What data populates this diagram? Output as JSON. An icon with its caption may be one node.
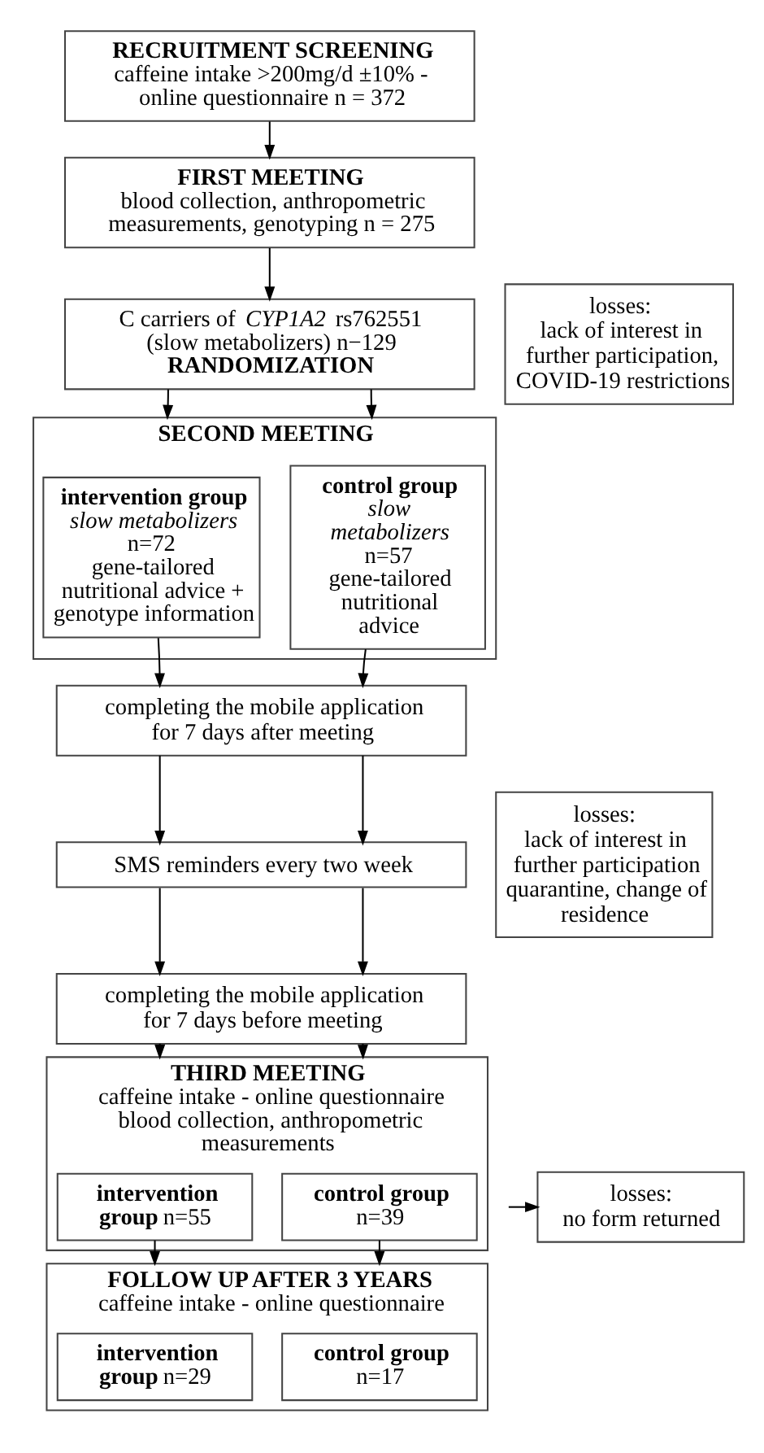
{
  "diagram": {
    "nodes": [
      {
        "text": [
          "RECRUITMENT SCREENING",
          "caffeine intake >200mg/d ±10% - online questionnaire n = 372"
        ]
      },
      {
        "text": [
          "FIRST MEETING",
          "blood collection, anthropometric measurements, genotyping n = 275"
        ]
      },
      {
        "text": [
          "C carriers of *CYP1A2* rs762551 (slow metabolizers) n−129",
          "RANDOMIZATION"
        ]
      },
      {
        "text": [
          "SECOND MEETING"
        ]
      },
      {
        "text": [
          "intervention group",
          "slow metabolizers",
          "n=72",
          "gene-tailored nutritional advice + genotype information"
        ],
        "in": 3
      },
      {
        "text": [
          "control group",
          "slow metabolizers",
          "n=57",
          "gene-tailored nutritional advice"
        ],
        "in": 3
      },
      {
        "text": [
          "losses:",
          "lack of interest in further participation, COVID-19 restrictions"
        ]
      },
      {
        "text": [
          "completing the mobile application for 7 days after meeting"
        ]
      },
      {
        "text": [
          "SMS reminders every two week"
        ]
      },
      {
        "text": [
          "completing the mobile application for 7 days before meeting"
        ]
      },
      {
        "text": [
          "losses:",
          "lack of interest in further participation quarantine, change of residence"
        ]
      },
      {
        "text": [
          "THIRD MEETING",
          "caffeine intake - online questionnaire",
          "blood collection, anthropometric measurements"
        ]
      },
      {
        "text": [
          "**intervention group** n=55"
        ],
        "in": 11
      },
      {
        "text": [
          "**control group** n=39"
        ],
        "in": 11
      },
      {
        "text": [
          "losses:",
          "no form returned"
        ]
      },
      {
        "text": [
          "FOLLOW UP AFTER 3 YEARS",
          "caffeine intake - online questionnaire"
        ]
      },
      {
        "text": [
          "**intervention group** n=29"
        ],
        "in": 15
      },
      {
        "text": [
          "**control group** n=17"
        ],
        "in": 15
      }
    ],
    "edges": [
      {
        "from": 0,
        "to": 1,
        "arrow": "to"
      },
      {
        "from": 1,
        "to": 2,
        "arrow": "to"
      },
      {
        "from": 2,
        "to": 3,
        "arrow": "to"
      },
      {
        "from": 2,
        "to": 3,
        "arrow": "to"
      },
      {
        "from": 4,
        "to": 7,
        "arrow": "to"
      },
      {
        "from": 5,
        "to": 7,
        "arrow": "to"
      },
      {
        "from": 7,
        "to": 8,
        "arrow": "to"
      },
      {
        "from": 7,
        "to": 8,
        "arrow": "to"
      },
      {
        "from": 8,
        "to": 9,
        "arrow": "to"
      },
      {
        "from": 8,
        "to": 9,
        "arrow": "to"
      },
      {
        "from": 9,
        "to": 11,
        "arrow": "to"
      },
      {
        "from": 9,
        "to": 11,
        "arrow": "to"
      },
      {
        "from": 12,
        "to": 15,
        "arrow": "to"
      },
      {
        "from": 13,
        "to": 15,
        "arrow": "to"
      },
      {
        "from": null,
        "to": 14,
        "arrow": "to"
      }
    ]
  }
}
